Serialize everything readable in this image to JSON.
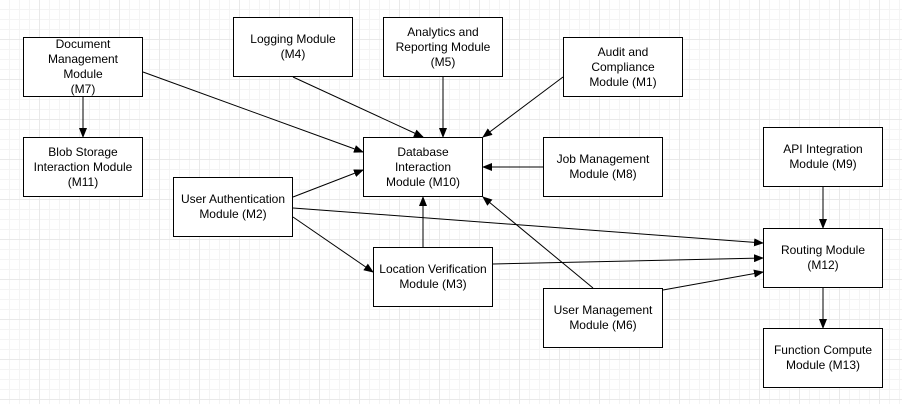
{
  "nodes": {
    "m7": "Document\nManagement Module\n(M7)",
    "m4": "Logging Module (M4)",
    "m5": "Analytics and\nReporting Module\n(M5)",
    "m1": "Audit and Compliance\nModule (M1)",
    "m11": "Blob Storage\nInteraction Module\n(M11)",
    "m10": "Database Interaction\nModule (M10)",
    "m8": "Job Management\nModule (M8)",
    "m9": "API Integration\nModule (M9)",
    "m2": "User Authentication\nModule (M2)",
    "m12": "Routing Module\n(M12)",
    "m3": "Location Verification\nModule (M3)",
    "m6": "User Management\nModule (M6)",
    "m13": "Function Compute\nModule (M13)"
  },
  "edges": [
    {
      "from": "m7",
      "to": "m11"
    },
    {
      "from": "m7",
      "to": "m10"
    },
    {
      "from": "m4",
      "to": "m10"
    },
    {
      "from": "m5",
      "to": "m10"
    },
    {
      "from": "m1",
      "to": "m10"
    },
    {
      "from": "m8",
      "to": "m10"
    },
    {
      "from": "m2",
      "to": "m10"
    },
    {
      "from": "m2",
      "to": "m3"
    },
    {
      "from": "m2",
      "to": "m12"
    },
    {
      "from": "m3",
      "to": "m10"
    },
    {
      "from": "m3",
      "to": "m12"
    },
    {
      "from": "m6",
      "to": "m10"
    },
    {
      "from": "m6",
      "to": "m12"
    },
    {
      "from": "m9",
      "to": "m12"
    },
    {
      "from": "m12",
      "to": "m13"
    }
  ]
}
